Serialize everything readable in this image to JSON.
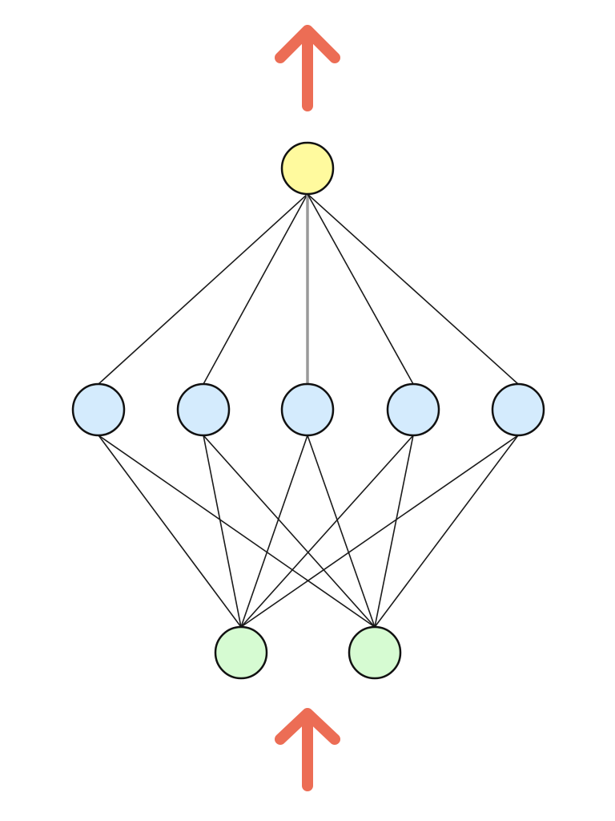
{
  "diagram": {
    "type": "feedforward-neural-network",
    "layers": [
      {
        "name": "output",
        "node_count": 1,
        "color": "#fffa9e"
      },
      {
        "name": "hidden",
        "node_count": 5,
        "color": "#d4ebfd"
      },
      {
        "name": "input",
        "node_count": 2,
        "color": "#d6fbd2"
      }
    ],
    "connections": "fully-connected",
    "arrow_color": "#ec6d55",
    "icons": [
      "output-arrow-icon",
      "input-arrow-icon"
    ]
  }
}
